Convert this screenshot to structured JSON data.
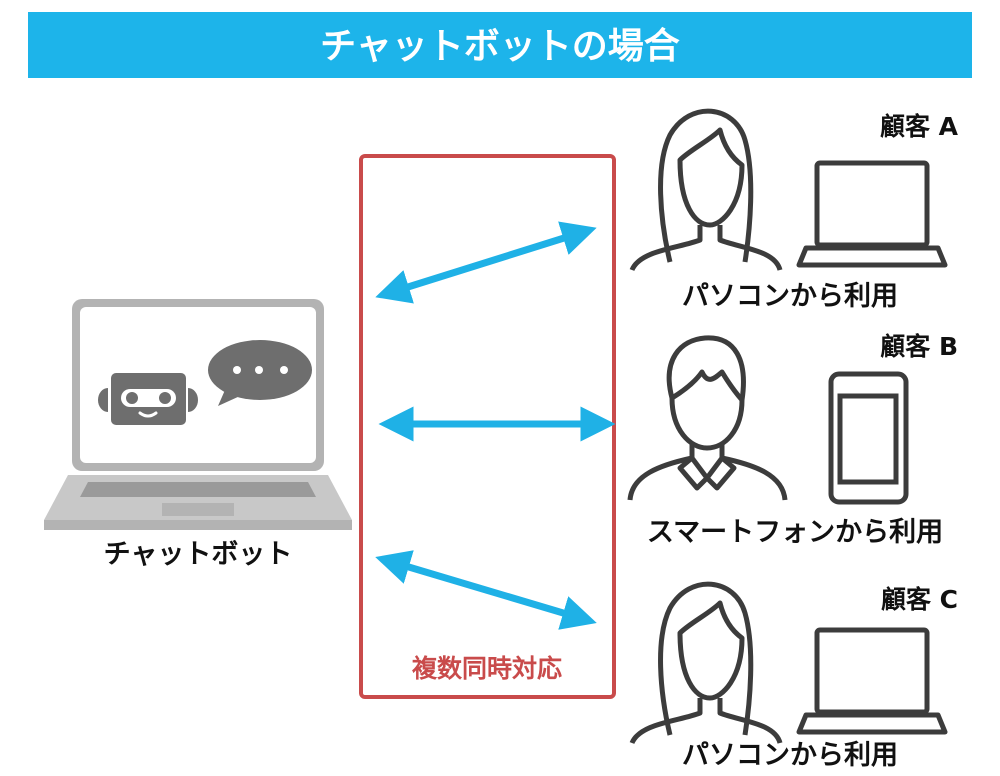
{
  "header": {
    "title": "チャットボットの場合"
  },
  "chatbot": {
    "label": "チャットボット"
  },
  "concurrency_box": {
    "label": "複数同時対応"
  },
  "customers": [
    {
      "name": "顧客 A",
      "usage": "パソコンから利用",
      "device": "laptop"
    },
    {
      "name": "顧客 B",
      "usage": "スマートフォンから利用",
      "device": "smartphone"
    },
    {
      "name": "顧客 C",
      "usage": "パソコンから利用",
      "device": "laptop"
    }
  ],
  "colors": {
    "header": "#1db4ea",
    "arrow": "#1fb1e6",
    "box": "#c94b4b",
    "icon": "#3c3c3c",
    "laptop": "#b3b3b3",
    "robot": "#6e6e6e"
  }
}
